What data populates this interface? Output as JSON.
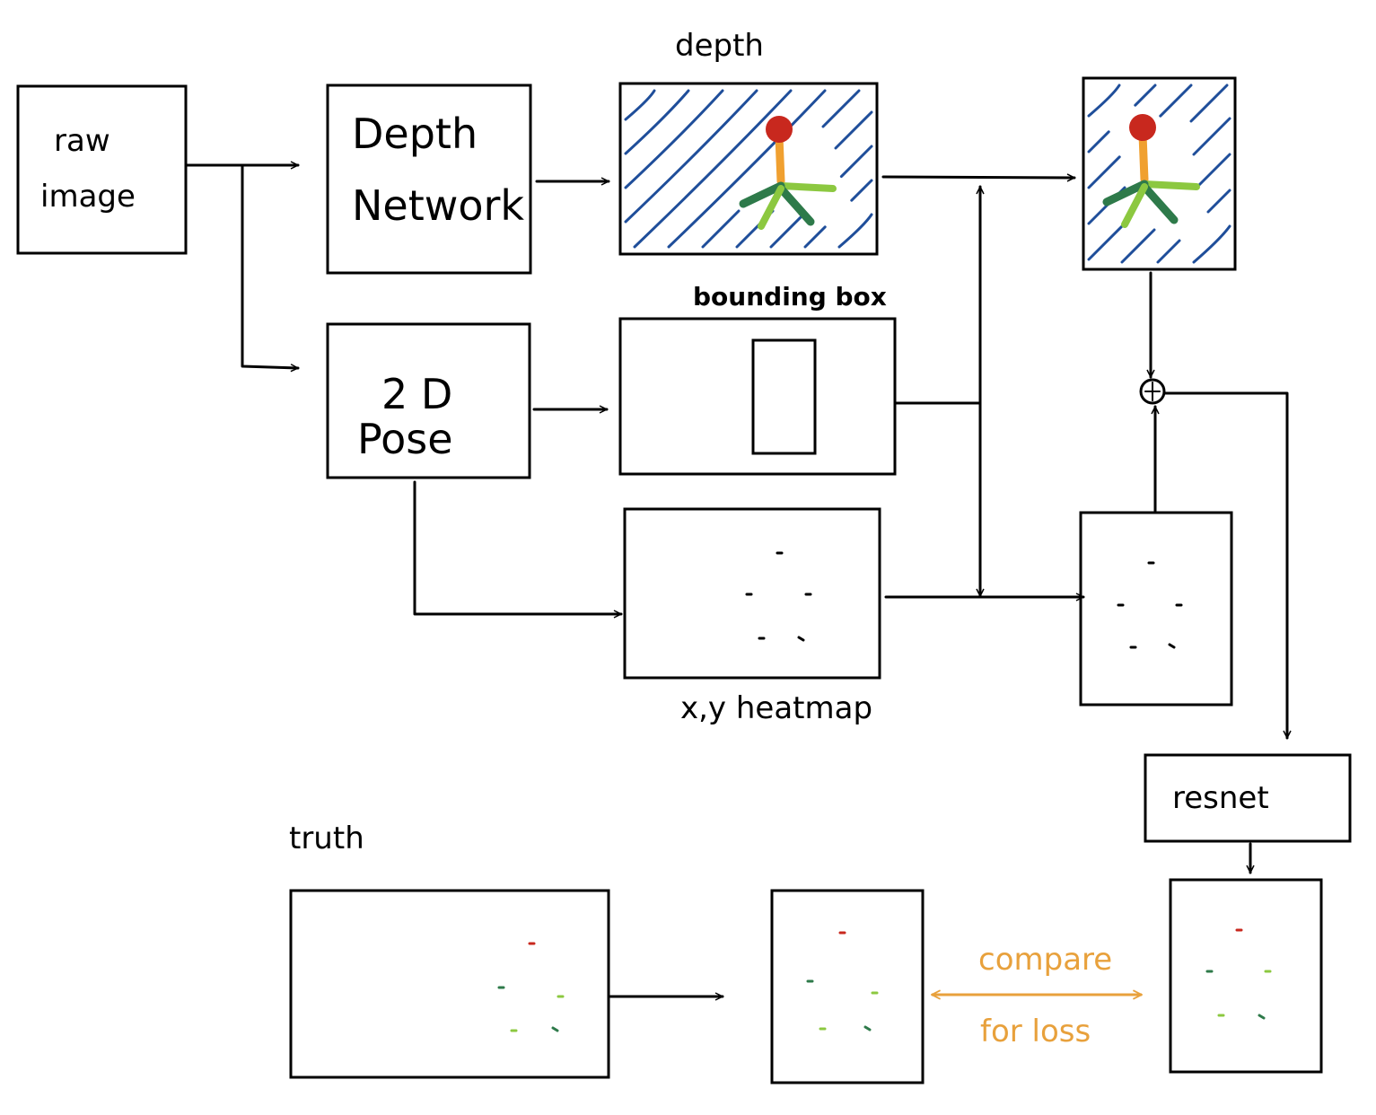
{
  "blocks": {
    "raw_image": "raw\nimage",
    "depth_network": "Depth\nNetwork",
    "pose_2d_top": "2 D",
    "pose_2d_bottom": "Pose",
    "resnet": "resnet"
  },
  "captions": {
    "depth": "depth",
    "bounding_box": "bounding box",
    "heatmap": "x,y heatmap",
    "truth": "truth"
  },
  "compare": {
    "line1": "compare",
    "line2": "for loss"
  },
  "colors": {
    "stroke": "#000000",
    "depth_strokes": "#1f4e9a",
    "head": "#c8281e",
    "neck": "#f0a030",
    "dark_green": "#2e7a4a",
    "light_green": "#8cc840",
    "compare": "#e8a13c"
  }
}
